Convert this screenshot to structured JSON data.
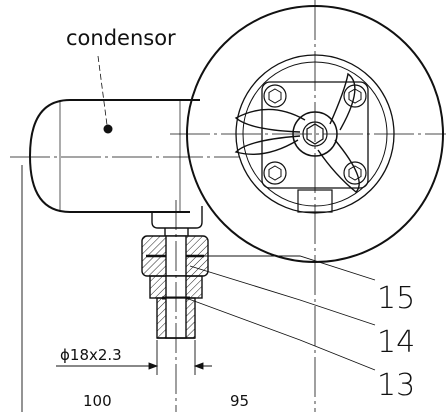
{
  "labels": {
    "component": "condensor",
    "callout_15": "15",
    "callout_14": "14",
    "callout_13": "13",
    "pipe_size": "ϕ18x2.3",
    "dim_left": "100",
    "dim_right": "95"
  },
  "colors": {
    "ink": "#111111",
    "hatch": "#222222",
    "background": "#ffffff"
  }
}
